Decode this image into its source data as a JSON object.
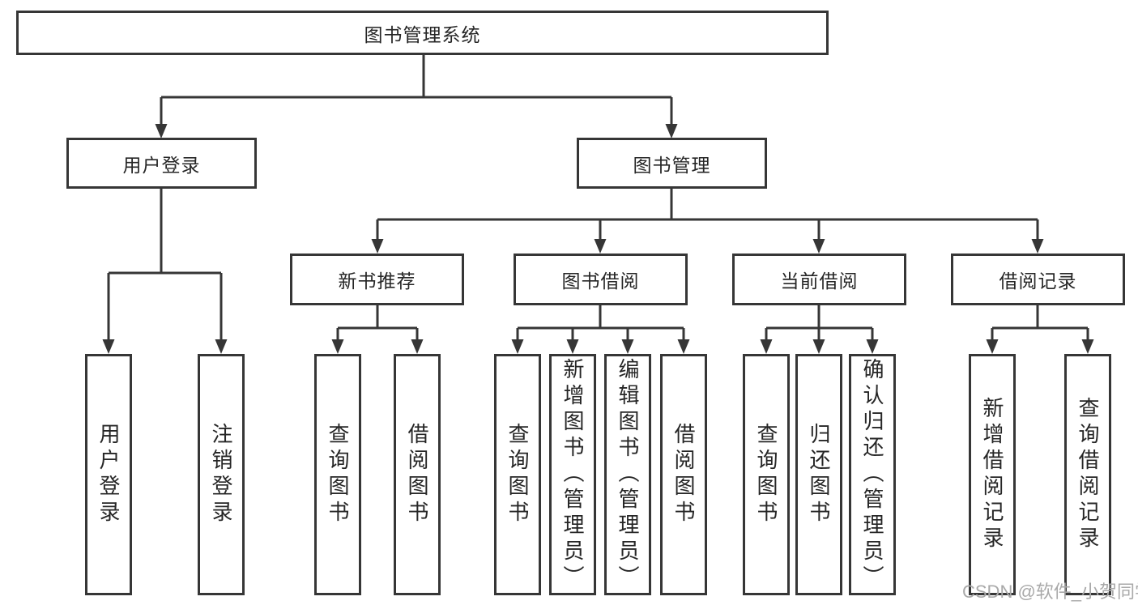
{
  "diagram": {
    "tree": {
      "label": "图书管理系统",
      "children": [
        {
          "label": "用户登录",
          "children": [
            {
              "label": "用户登录"
            },
            {
              "label": "注销登录"
            }
          ]
        },
        {
          "label": "图书管理",
          "children": [
            {
              "label": "新书推荐",
              "children": [
                {
                  "label": "查询图书"
                },
                {
                  "label": "借阅图书"
                }
              ]
            },
            {
              "label": "图书借阅",
              "children": [
                {
                  "label": "查询图书"
                },
                {
                  "label": "新增图书（管理员）"
                },
                {
                  "label": "编辑图书（管理员）"
                },
                {
                  "label": "借阅图书"
                }
              ]
            },
            {
              "label": "当前借阅",
              "children": [
                {
                  "label": "查询图书"
                },
                {
                  "label": "归还图书"
                },
                {
                  "label": "确认归还（管理员）"
                }
              ]
            },
            {
              "label": "借阅记录",
              "children": [
                {
                  "label": "新增借阅记录"
                },
                {
                  "label": "查询借阅记录"
                }
              ]
            }
          ]
        }
      ]
    },
    "colors": {
      "line": "#363636",
      "box_border": "#363636",
      "text": "#262626",
      "background": "#ffffff",
      "watermark": "#a9a9a9"
    }
  },
  "watermark": "CSDN @软件_小贺同学"
}
